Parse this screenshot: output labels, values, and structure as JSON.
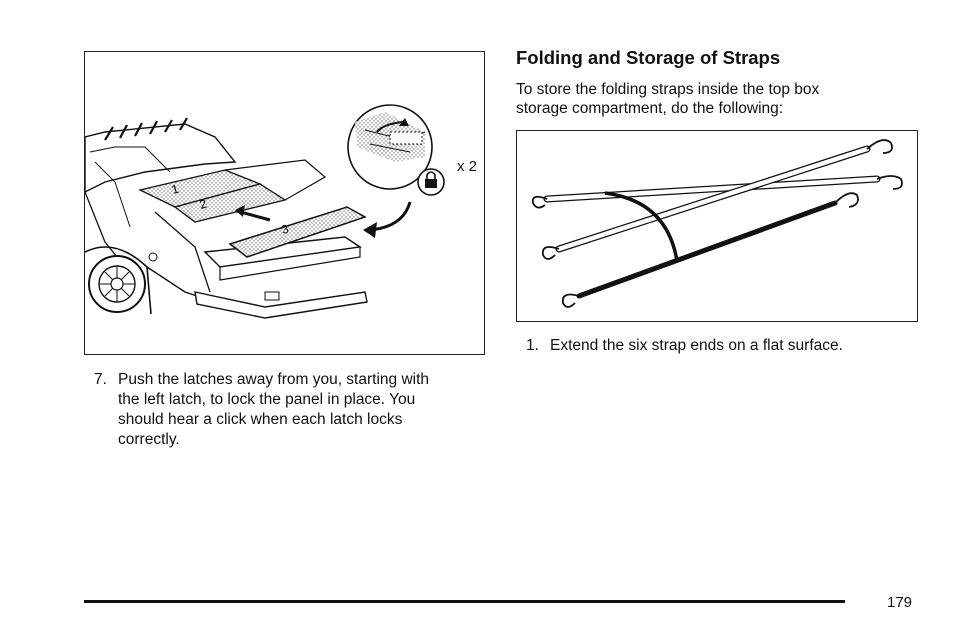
{
  "left_column": {
    "figure_label": "x 2",
    "panel_numbers": [
      "1",
      "2",
      "3"
    ],
    "step": {
      "number": "7.",
      "lines": [
        "Push the latches away from you, starting with",
        "the left latch, to lock the panel in place. You",
        "should hear a click when each latch locks",
        "correctly."
      ]
    }
  },
  "right_column": {
    "heading": "Folding and Storage of Straps",
    "intro_lines": [
      "To store the folding straps inside the top box",
      "storage compartment, do the following:"
    ],
    "step": {
      "number": "1.",
      "text": "Extend the six strap ends on a flat surface."
    }
  },
  "footer": {
    "page_number": "179"
  }
}
